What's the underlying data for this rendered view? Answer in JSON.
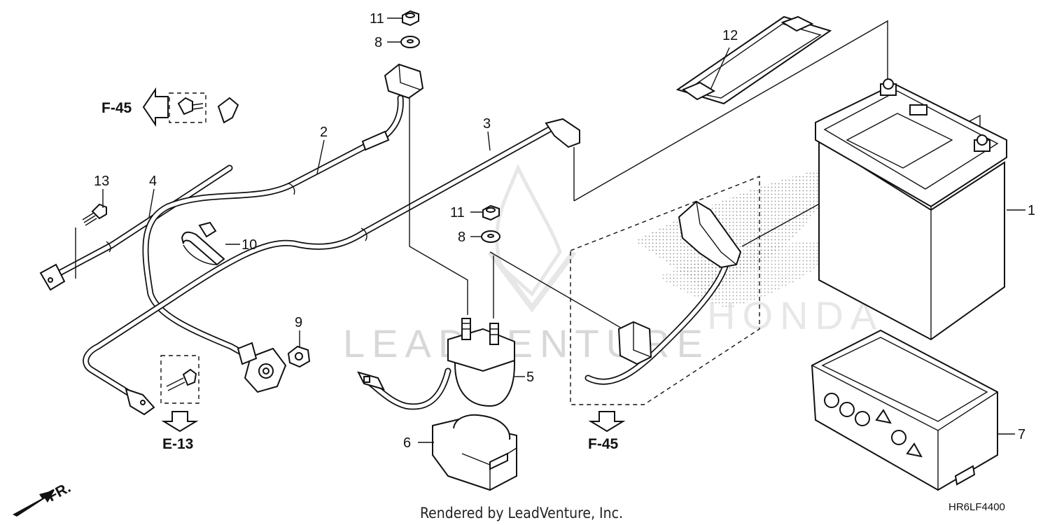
{
  "diagram": {
    "callouts": [
      {
        "id": "1",
        "label": "1"
      },
      {
        "id": "2",
        "label": "2"
      },
      {
        "id": "3",
        "label": "3"
      },
      {
        "id": "4",
        "label": "4"
      },
      {
        "id": "5",
        "label": "5"
      },
      {
        "id": "6",
        "label": "6"
      },
      {
        "id": "7",
        "label": "7"
      },
      {
        "id": "8a",
        "label": "8"
      },
      {
        "id": "8b",
        "label": "8"
      },
      {
        "id": "9",
        "label": "9"
      },
      {
        "id": "10",
        "label": "10"
      },
      {
        "id": "11a",
        "label": "11"
      },
      {
        "id": "11b",
        "label": "11"
      },
      {
        "id": "12",
        "label": "12"
      },
      {
        "id": "13",
        "label": "13"
      }
    ],
    "references": {
      "f45_left": "F-45",
      "e13": "E-13",
      "f45_bottom": "F-45"
    },
    "direction_label": "FR.",
    "watermark": "LEADVENTURE",
    "brand_watermark": "HONDA",
    "footer": "Rendered by LeadVenture, Inc.",
    "diagram_code": "HR6LF4400"
  }
}
